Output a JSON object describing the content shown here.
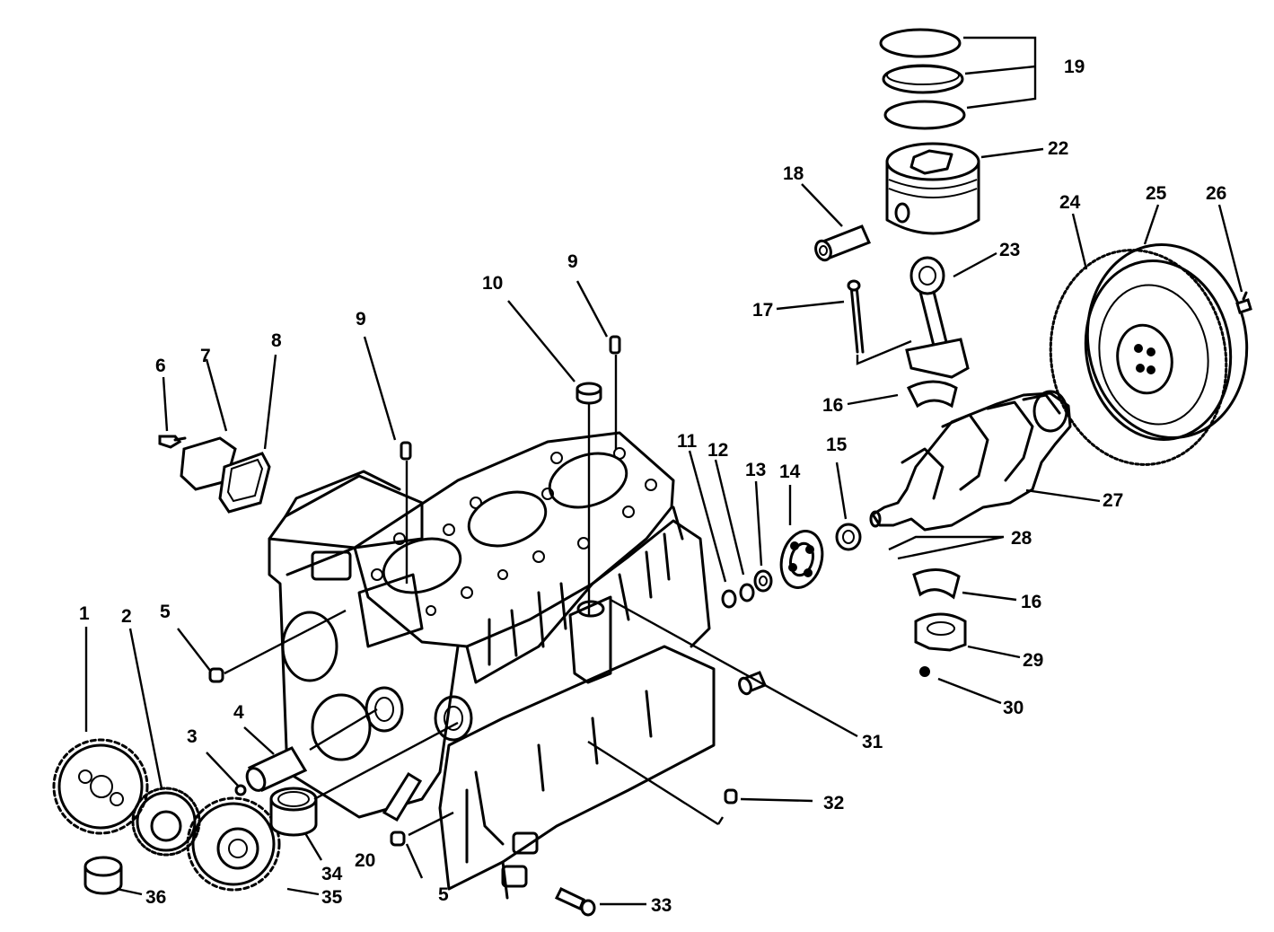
{
  "callouts": [
    {
      "id": "c1",
      "label": "1"
    },
    {
      "id": "c2",
      "label": "2"
    },
    {
      "id": "c3",
      "label": "3"
    },
    {
      "id": "c4",
      "label": "4"
    },
    {
      "id": "c5a",
      "label": "5"
    },
    {
      "id": "c5b",
      "label": "5"
    },
    {
      "id": "c6",
      "label": "6"
    },
    {
      "id": "c7",
      "label": "7"
    },
    {
      "id": "c8",
      "label": "8"
    },
    {
      "id": "c9a",
      "label": "9"
    },
    {
      "id": "c9b",
      "label": "9"
    },
    {
      "id": "c10",
      "label": "10"
    },
    {
      "id": "c11",
      "label": "11"
    },
    {
      "id": "c12",
      "label": "12"
    },
    {
      "id": "c13",
      "label": "13"
    },
    {
      "id": "c14",
      "label": "14"
    },
    {
      "id": "c15",
      "label": "15"
    },
    {
      "id": "c16a",
      "label": "16"
    },
    {
      "id": "c16b",
      "label": "16"
    },
    {
      "id": "c17",
      "label": "17"
    },
    {
      "id": "c18",
      "label": "18"
    },
    {
      "id": "c19",
      "label": "19"
    },
    {
      "id": "c20",
      "label": "20"
    },
    {
      "id": "c22",
      "label": "22"
    },
    {
      "id": "c23",
      "label": "23"
    },
    {
      "id": "c24",
      "label": "24"
    },
    {
      "id": "c25",
      "label": "25"
    },
    {
      "id": "c26",
      "label": "26"
    },
    {
      "id": "c27",
      "label": "27"
    },
    {
      "id": "c28",
      "label": "28"
    },
    {
      "id": "c29",
      "label": "29"
    },
    {
      "id": "c30",
      "label": "30"
    },
    {
      "id": "c31",
      "label": "31"
    },
    {
      "id": "c32",
      "label": "32"
    },
    {
      "id": "c33",
      "label": "33"
    },
    {
      "id": "c34",
      "label": "34"
    },
    {
      "id": "c35",
      "label": "35"
    },
    {
      "id": "c36",
      "label": "36"
    }
  ]
}
